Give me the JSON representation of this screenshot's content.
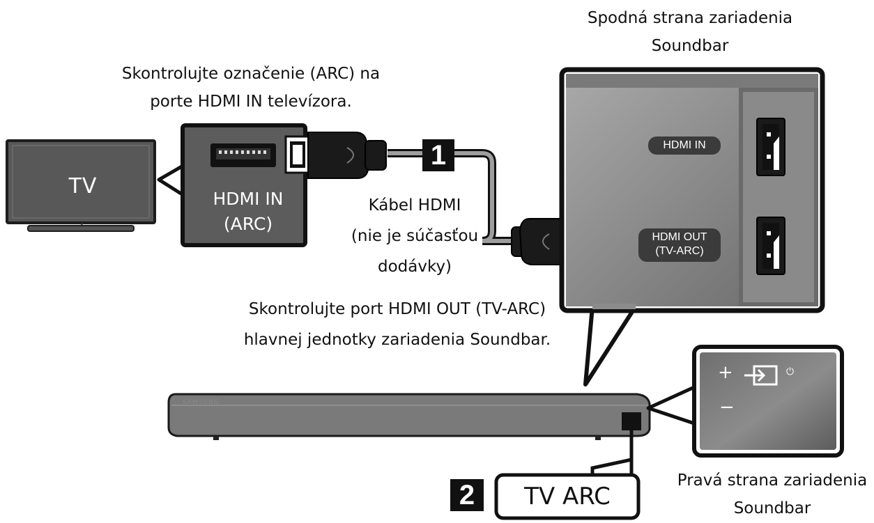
{
  "labels": {
    "tv_port_check_line1": "Skontrolujte označenie (ARC) na",
    "tv_port_check_line2": "porte HDMI IN televízora.",
    "bottom_side_line1": "Spodná strana zariadenia",
    "bottom_side_line2": "Soundbar",
    "tv": "TV",
    "tv_port_line1": "HDMI IN",
    "tv_port_line2": "(ARC)",
    "cable_line1": "Kábel HDMI",
    "cable_line2": "(nie je súčasťou",
    "cable_line3": "dodávky)",
    "soundbar_port_check_line1": "Skontrolujte port HDMI OUT (TV-ARC)",
    "soundbar_port_check_line2": "hlavnej jednotky zariadenia Soundbar.",
    "right_side_line1": "Pravá strana zariadenia",
    "right_side_line2": "Soundbar",
    "soundbar_hdmi_in": "HDMI IN",
    "soundbar_hdmi_out_line1": "HDMI OUT",
    "soundbar_hdmi_out_line2": "(TV-ARC)",
    "brand": "SAMSUNG",
    "tv_arc_indicator": "TV ARC"
  },
  "steps": {
    "step1": "1",
    "step2": "2"
  },
  "controls": {
    "plus": "+",
    "minus": "−",
    "power": "⏻"
  },
  "colors": {
    "tv_screen": "#585858",
    "soundbar_body": "#7a7a7a",
    "cable": "#9e9e9e",
    "connector": "#1a1a1a",
    "callout_border": "#111111",
    "step_badge": "#111111"
  }
}
